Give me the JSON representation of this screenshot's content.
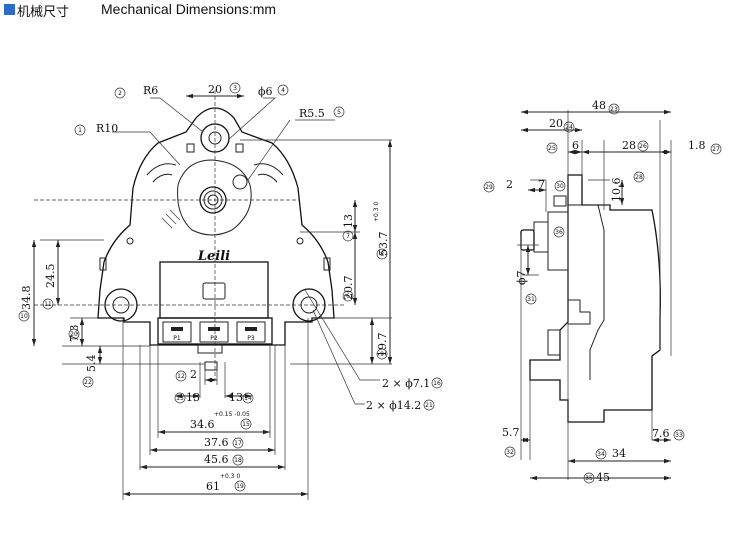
{
  "header": {
    "marker_color": "#2b6cc4",
    "title_cn": "机械尺寸",
    "title_en": "Mechanical Dimensions:mm"
  },
  "logo": "Leili",
  "connector_pins": [
    "P1",
    "P2",
    "P3"
  ],
  "front_view": {
    "dims": {
      "r6": "R6",
      "w20": "20",
      "phi6": "ϕ6",
      "r55": "R5.5",
      "r10": "R10",
      "h13": "13",
      "h537": "53.7",
      "h537_tol": "+0.3 0",
      "h207": "20.7",
      "h197": "19.7",
      "h348": "34.8",
      "h245": "24.5",
      "h73": "7.3",
      "h54": "5.4",
      "w2": "2",
      "w13a": "13",
      "w13b": "13",
      "w346": "34.6",
      "w346_tol": "+0.15 -0.05",
      "w376": "37.6",
      "w456": "45.6",
      "w61": "61",
      "w61_tol": "+0.3 0",
      "hole_small": "2 × ϕ7.1",
      "hole_large": "2 × ϕ14.2"
    },
    "callouts": [
      "1",
      "2",
      "3",
      "4",
      "5",
      "6",
      "7",
      "8",
      "9",
      "10",
      "11",
      "12",
      "13",
      "14",
      "15",
      "16",
      "17",
      "18",
      "19",
      "20",
      "21",
      "22"
    ]
  },
  "side_view": {
    "dims": {
      "w48": "48",
      "w20": "20",
      "w6": "6",
      "w28": "28",
      "w18": "1.8",
      "w2": "2",
      "w7": "7",
      "h106": "10.6",
      "phi7": "ϕ7",
      "w57": "5.7",
      "w76": "7.6",
      "w34": "34",
      "w45": "45"
    },
    "callouts": [
      "23",
      "24",
      "25",
      "26",
      "27",
      "28",
      "29",
      "30",
      "31",
      "32",
      "33",
      "34",
      "35",
      "36"
    ]
  }
}
